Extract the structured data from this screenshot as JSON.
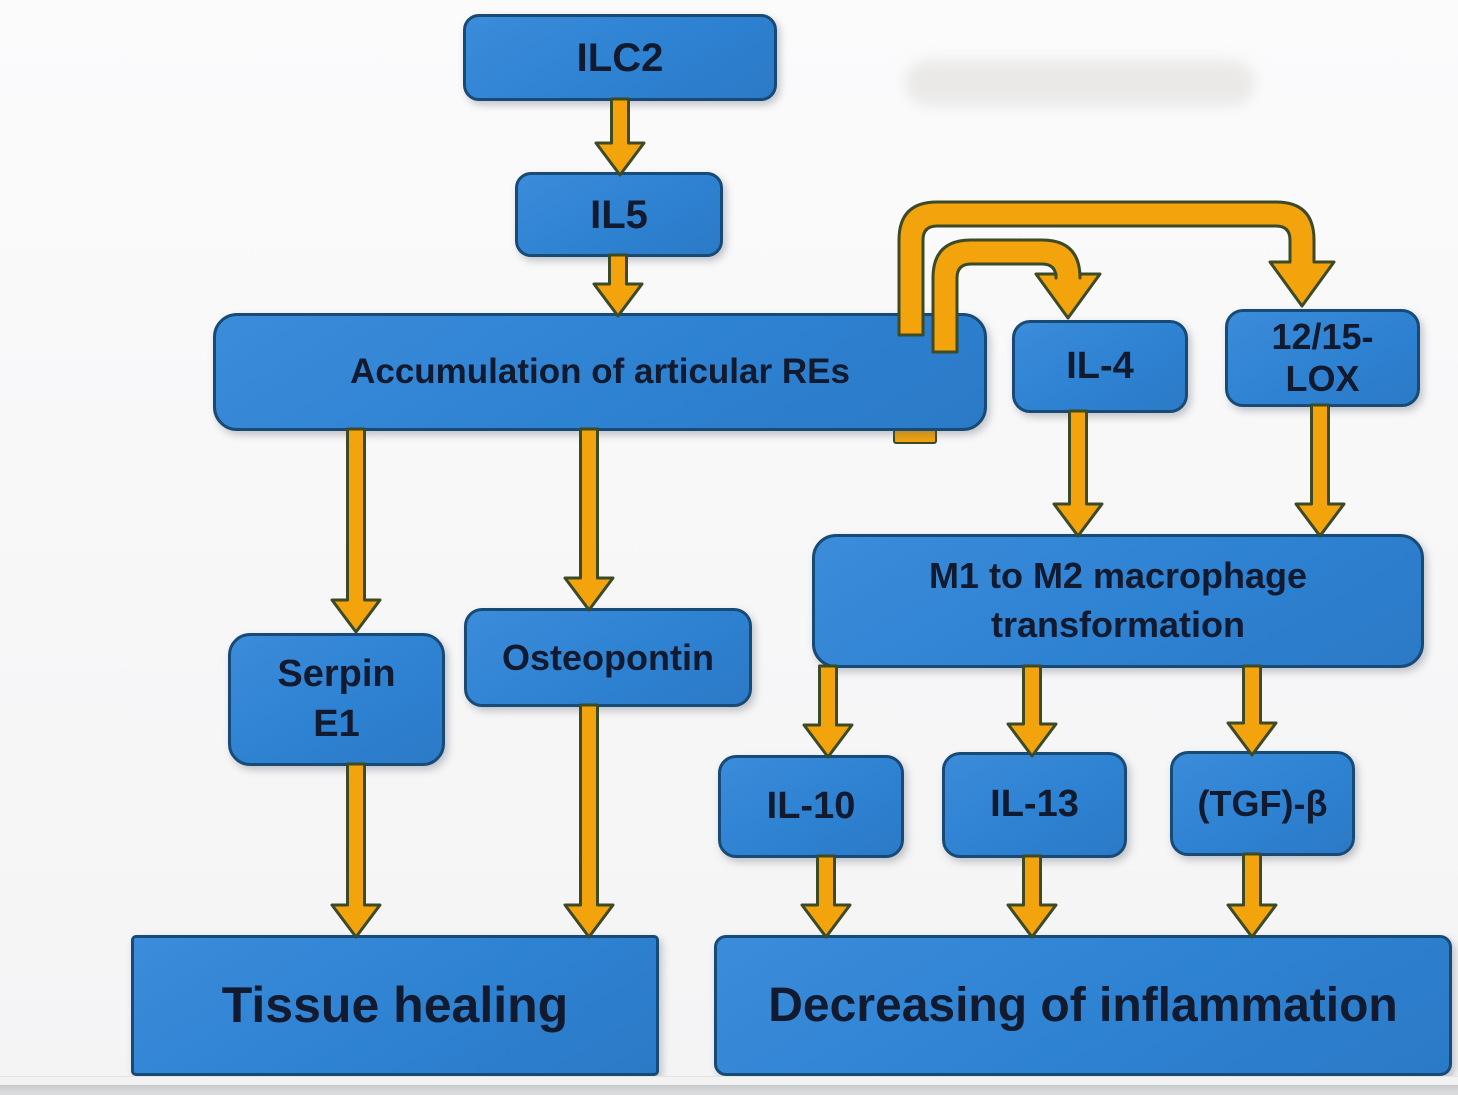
{
  "diagram": {
    "type": "flowchart",
    "colors": {
      "node_fill": "#2e82d2",
      "node_border": "#174a74",
      "node_text": "#111a2e",
      "arrow_fill": "#f3a30c",
      "arrow_outline": "#3c4a26",
      "background": "#f7f7f8",
      "slide_edge": "#d9dbdc"
    },
    "nodes": [
      {
        "id": "ilc2",
        "lines": [
          "ILC2"
        ]
      },
      {
        "id": "il5",
        "lines": [
          "IL5"
        ]
      },
      {
        "id": "accumulation",
        "lines": [
          "Accumulation of articular REs"
        ]
      },
      {
        "id": "il4",
        "lines": [
          "IL-4"
        ]
      },
      {
        "id": "lox",
        "lines": [
          "12/15-",
          "LOX"
        ]
      },
      {
        "id": "m1m2",
        "lines": [
          "M1 to M2 macrophage",
          "transformation"
        ]
      },
      {
        "id": "serpin_e1",
        "lines": [
          "Serpin",
          "E1"
        ]
      },
      {
        "id": "osteopontin",
        "lines": [
          "Osteopontin"
        ]
      },
      {
        "id": "il10",
        "lines": [
          "IL-10"
        ]
      },
      {
        "id": "il13",
        "lines": [
          "IL-13"
        ]
      },
      {
        "id": "tgf_beta",
        "lines": [
          "(TGF)-β"
        ]
      },
      {
        "id": "tissue_healing",
        "lines": [
          "Tissue healing"
        ]
      },
      {
        "id": "decreasing",
        "lines": [
          "Decreasing of inflammation"
        ]
      }
    ],
    "edges": [
      {
        "from": "ilc2",
        "to": "il5",
        "style": "straight"
      },
      {
        "from": "il5",
        "to": "accumulation",
        "style": "straight"
      },
      {
        "from": "accumulation",
        "to": "serpin_e1",
        "style": "straight"
      },
      {
        "from": "accumulation",
        "to": "osteopontin",
        "style": "straight"
      },
      {
        "from": "accumulation",
        "to": "il4",
        "style": "arc"
      },
      {
        "from": "accumulation",
        "to": "lox",
        "style": "arc"
      },
      {
        "from": "il4",
        "to": "m1m2",
        "style": "straight"
      },
      {
        "from": "lox",
        "to": "m1m2",
        "style": "straight"
      },
      {
        "from": "m1m2",
        "to": "il10",
        "style": "straight"
      },
      {
        "from": "m1m2",
        "to": "il13",
        "style": "straight"
      },
      {
        "from": "m1m2",
        "to": "tgf_beta",
        "style": "straight"
      },
      {
        "from": "serpin_e1",
        "to": "tissue_healing",
        "style": "straight"
      },
      {
        "from": "osteopontin",
        "to": "tissue_healing",
        "style": "straight"
      },
      {
        "from": "il10",
        "to": "decreasing",
        "style": "straight"
      },
      {
        "from": "il13",
        "to": "decreasing",
        "style": "straight"
      },
      {
        "from": "tgf_beta",
        "to": "decreasing",
        "style": "straight"
      }
    ]
  }
}
